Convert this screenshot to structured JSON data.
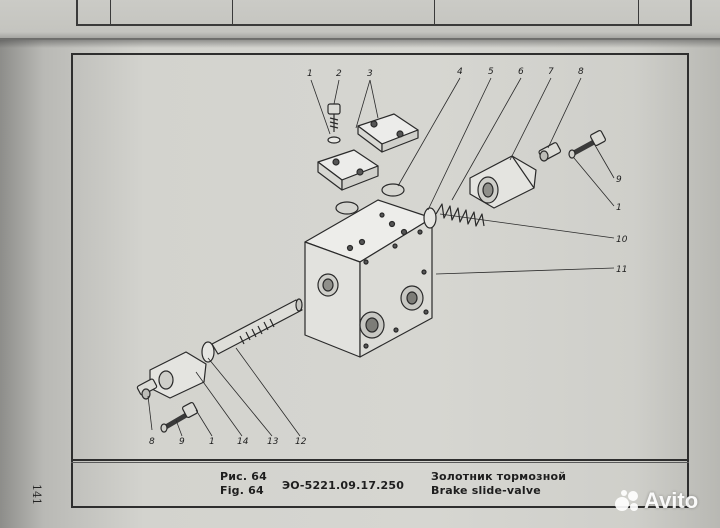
{
  "caption": {
    "fig_ru": "Рис. 64",
    "fig_en": "Fig. 64",
    "code": "ЭО-5221.09.17.250",
    "title_ru": "Золотник тормозной",
    "title_en": "Brake slide-valve"
  },
  "page_number": "141",
  "watermark": {
    "text": "Avito",
    "icon": "avito-dots-icon"
  },
  "callouts": {
    "top": [
      "1",
      "2",
      "3",
      "4",
      "5",
      "6",
      "7",
      "8"
    ],
    "right": [
      "9",
      "1",
      "10",
      "11"
    ],
    "bottom": [
      "8",
      "9",
      "1",
      "14",
      "13",
      "12"
    ]
  },
  "colors": {
    "ink": "#1f1f1f",
    "paper": "#d6d6d1",
    "background": "#7d7d7b"
  }
}
